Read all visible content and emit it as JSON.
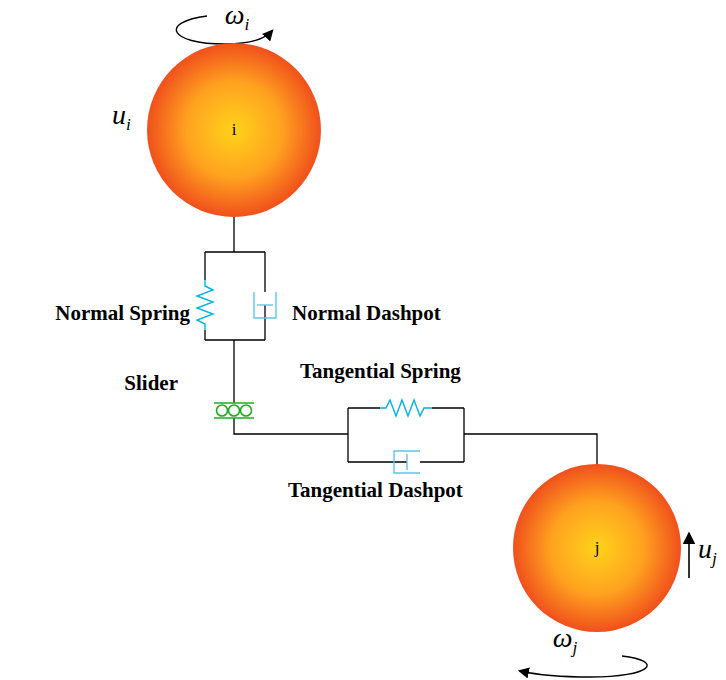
{
  "diagram": {
    "nodes": [
      {
        "text": [
          "i"
        ]
      },
      {
        "text": [
          "j"
        ]
      }
    ],
    "edges": [
      {
        "from": 0,
        "to": 1,
        "arrow": "none"
      }
    ],
    "labels": [
      "ωi",
      "ui",
      "Normal Spring",
      "Normal Dashpot",
      "Slider",
      "Tangential Spring",
      "Tangential Dashpot",
      "uj",
      "ωj"
    ]
  }
}
